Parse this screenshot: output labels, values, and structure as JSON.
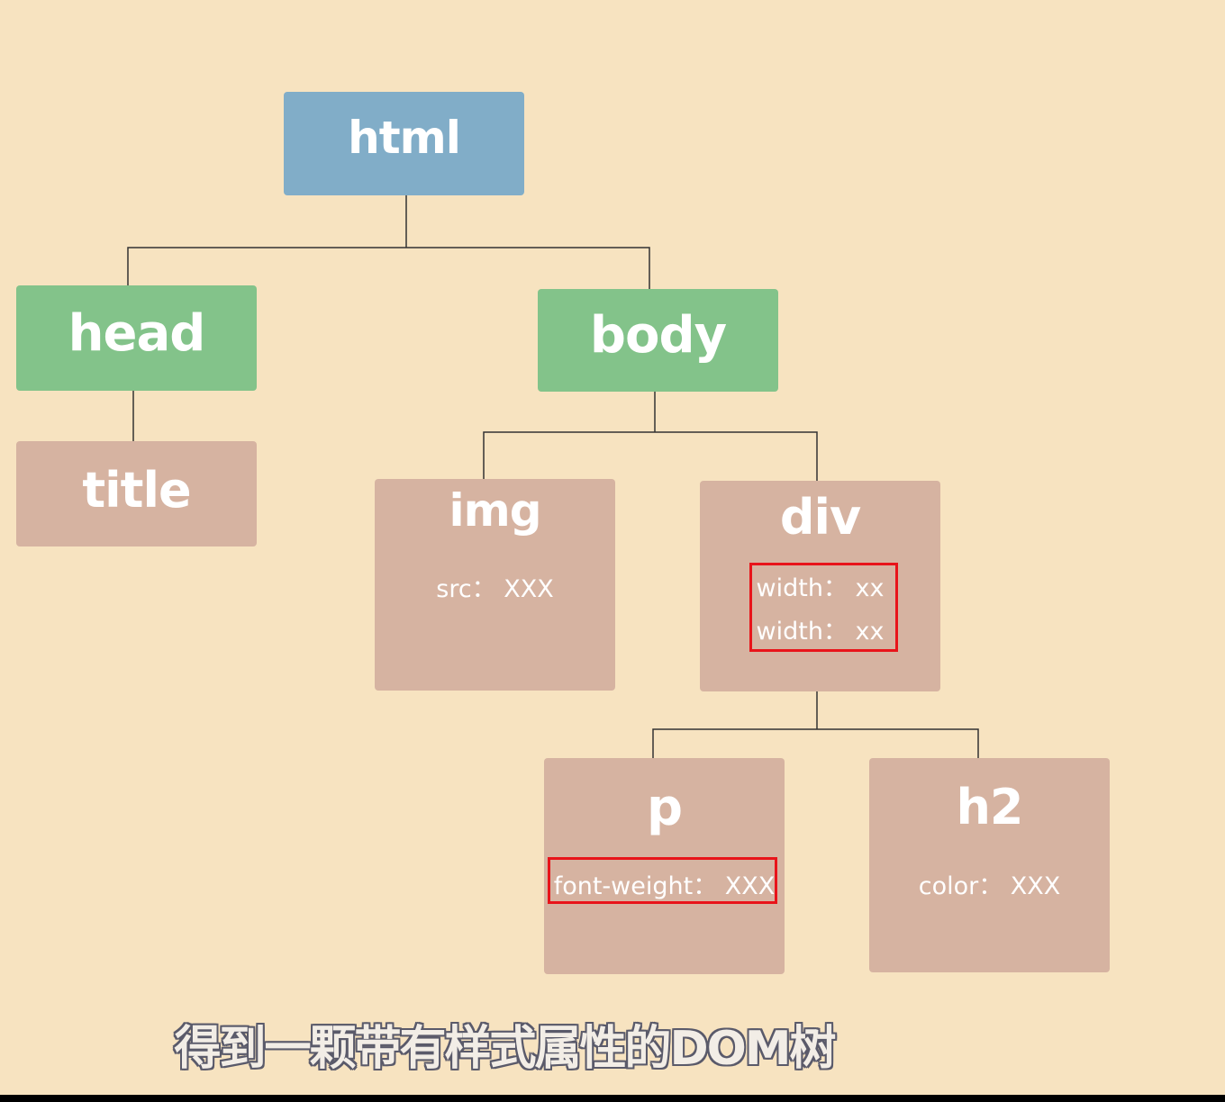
{
  "nodes": {
    "html": {
      "label": "html"
    },
    "head": {
      "label": "head"
    },
    "body": {
      "label": "body"
    },
    "title": {
      "label": "title"
    },
    "img": {
      "label": "img",
      "attrs": [
        "src：  XXX"
      ]
    },
    "div": {
      "label": "div",
      "attrs": [
        "width：  xx",
        "width：  xx"
      ]
    },
    "p": {
      "label": "p",
      "attrs": [
        "font-weight：  XXX"
      ]
    },
    "h2": {
      "label": "h2",
      "attrs": [
        "color：  XXX"
      ]
    }
  },
  "colors": {
    "background": "#f7e3c0",
    "root_node": "#81adc8",
    "level1_node": "#83c38a",
    "leaf_node": "#d6b3a1",
    "highlight_border": "#e8141a",
    "connector": "#333333"
  },
  "caption": "得到一颗带有样式属性的DOM树"
}
